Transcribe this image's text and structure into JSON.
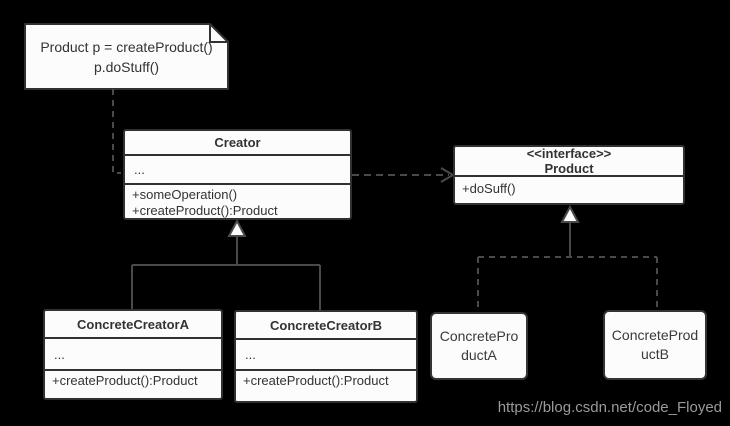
{
  "note": {
    "line1": "Product p = createProduct()",
    "line2": "p.doStuff()"
  },
  "creator": {
    "title": "Creator",
    "attributes": "...",
    "method1": "+someOperation()",
    "method2": "+createProduct():Product"
  },
  "product_interface": {
    "stereotype": "<<interface>>",
    "title": "Product",
    "method1": "+doSuff()"
  },
  "concrete_creator_a": {
    "title": "ConcreteCreatorA",
    "attributes": "...",
    "method1": "+createProduct():Product"
  },
  "concrete_creator_b": {
    "title": "ConcreteCreatorB",
    "attributes": "...",
    "method1": "+createProduct():Product"
  },
  "concrete_product_a": {
    "label": "ConcreteProductA"
  },
  "concrete_product_b": {
    "label": "ConcreteProductB"
  },
  "watermark": "https://blog.csdn.net/code_Floyed",
  "colors": {
    "background": "#000000",
    "box_fill": "#fcfcfc",
    "box_border": "#313131",
    "connector": "#4a4a4a",
    "text": "#333333",
    "watermark": "#9a9a9a"
  }
}
